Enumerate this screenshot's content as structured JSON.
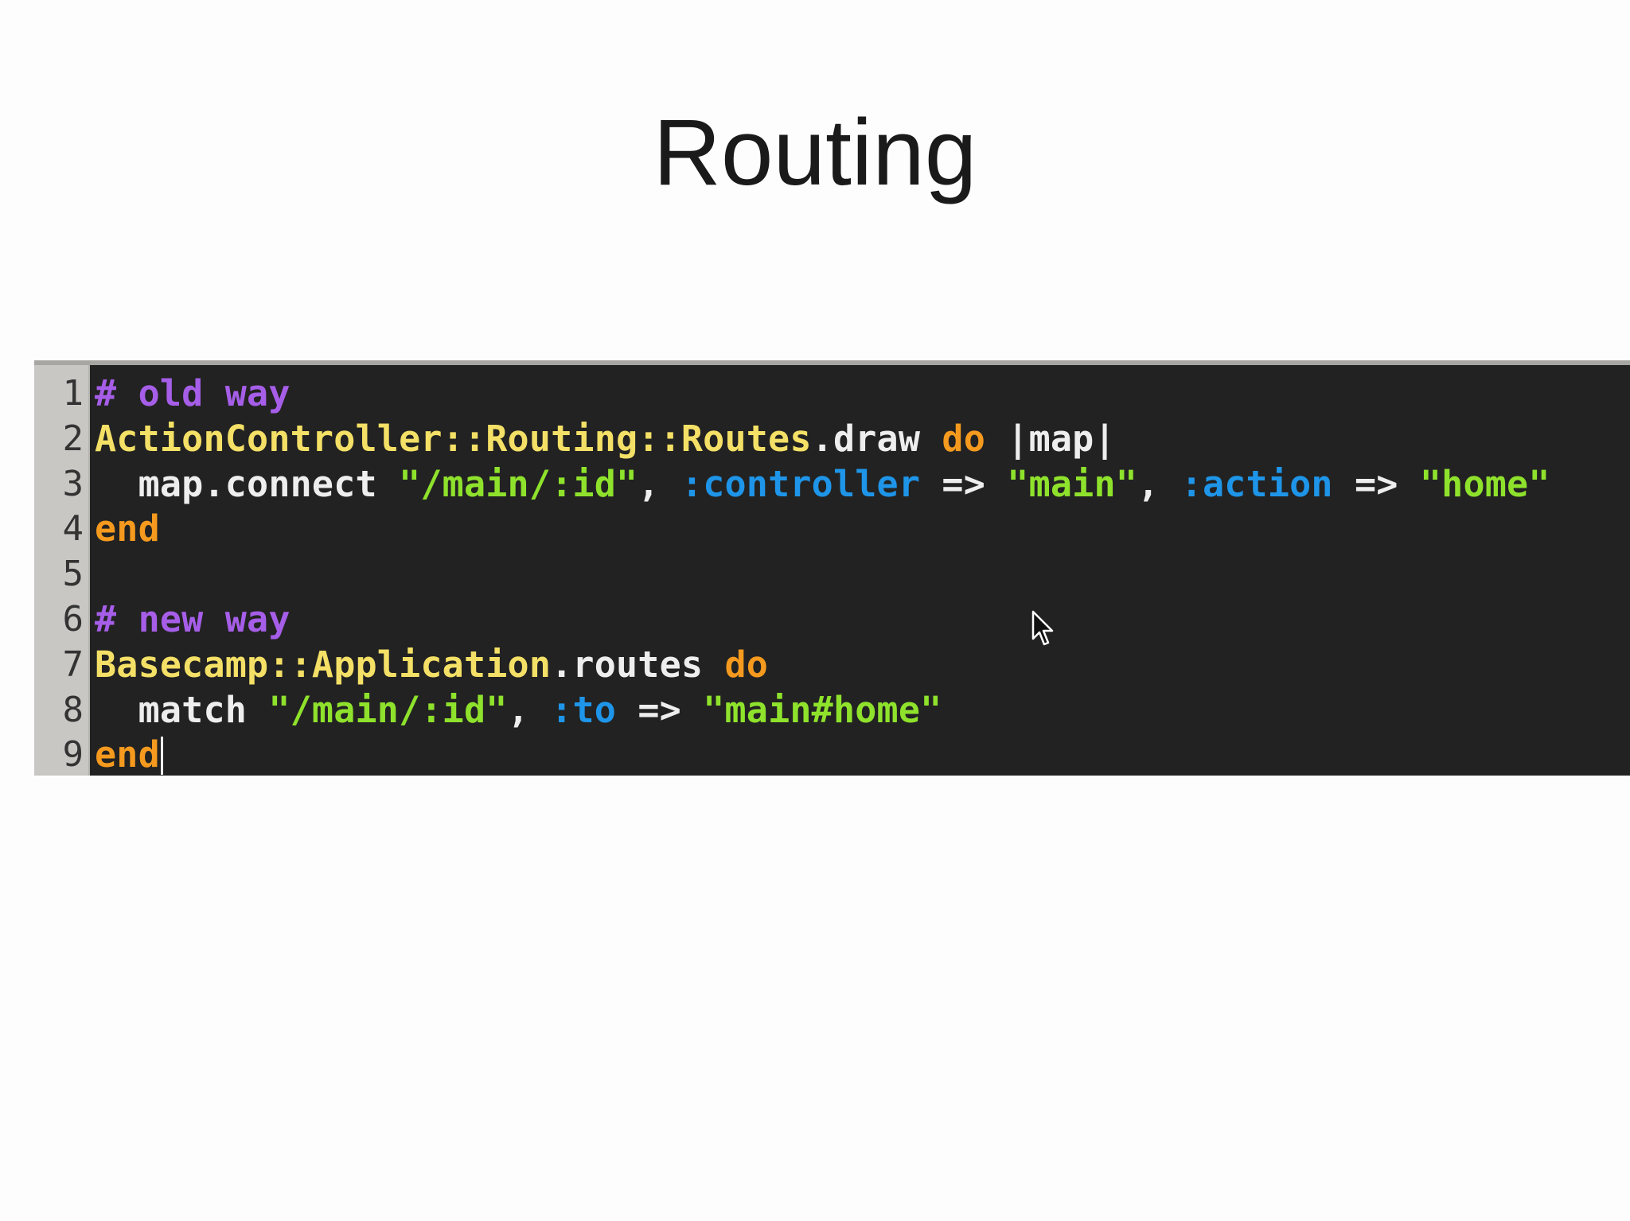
{
  "slide": {
    "title": "Routing"
  },
  "editor": {
    "lines": [
      {
        "number": "1",
        "tokens": [
          {
            "text": "# old way",
            "class": "t-comment"
          }
        ]
      },
      {
        "number": "2",
        "tokens": [
          {
            "text": "ActionController::Routing::Routes",
            "class": "t-const"
          },
          {
            "text": ".draw ",
            "class": "t-plain"
          },
          {
            "text": "do",
            "class": "t-kw"
          },
          {
            "text": " |map|",
            "class": "t-plain"
          }
        ]
      },
      {
        "number": "3",
        "tokens": [
          {
            "text": "  map.connect ",
            "class": "t-plain"
          },
          {
            "text": "\"/main/:id\"",
            "class": "t-str"
          },
          {
            "text": ", ",
            "class": "t-plain"
          },
          {
            "text": ":controller",
            "class": "t-sym"
          },
          {
            "text": " => ",
            "class": "t-plain"
          },
          {
            "text": "\"main\"",
            "class": "t-str"
          },
          {
            "text": ", ",
            "class": "t-plain"
          },
          {
            "text": ":action",
            "class": "t-sym"
          },
          {
            "text": " => ",
            "class": "t-plain"
          },
          {
            "text": "\"home\"",
            "class": "t-str"
          }
        ]
      },
      {
        "number": "4",
        "tokens": [
          {
            "text": "end",
            "class": "t-kw"
          }
        ]
      },
      {
        "number": "5",
        "tokens": []
      },
      {
        "number": "6",
        "tokens": [
          {
            "text": "# new way",
            "class": "t-comment"
          }
        ]
      },
      {
        "number": "7",
        "tokens": [
          {
            "text": "Basecamp::Application",
            "class": "t-const"
          },
          {
            "text": ".routes ",
            "class": "t-plain"
          },
          {
            "text": "do",
            "class": "t-kw"
          }
        ]
      },
      {
        "number": "8",
        "tokens": [
          {
            "text": "  match ",
            "class": "t-plain"
          },
          {
            "text": "\"/main/:id\"",
            "class": "t-str"
          },
          {
            "text": ", ",
            "class": "t-plain"
          },
          {
            "text": ":to",
            "class": "t-sym"
          },
          {
            "text": " => ",
            "class": "t-plain"
          },
          {
            "text": "\"main#home\"",
            "class": "t-str"
          }
        ]
      },
      {
        "number": "9",
        "tokens": [
          {
            "text": "end",
            "class": "t-kw"
          }
        ],
        "caret": true
      }
    ]
  },
  "icons": {
    "mouse_cursor": "mouse-pointer-icon"
  },
  "colors": {
    "editor_background": "#222222",
    "gutter_background": "#c8c7c4",
    "comment": "#a65ee8",
    "constant": "#f4e066",
    "keyword": "#f59a1e",
    "string": "#8fe22c",
    "symbol": "#1e95e8",
    "plain": "#eeeeee"
  }
}
